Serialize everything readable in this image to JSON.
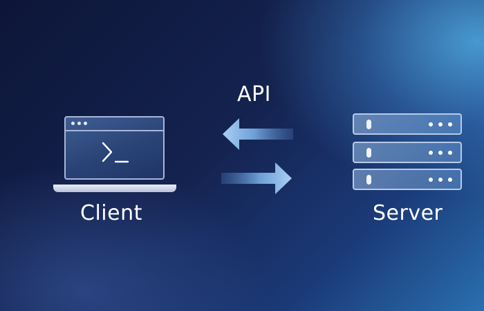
{
  "diagram": {
    "api_label": "API",
    "client_label": "Client",
    "server_label": "Server",
    "client_icon": "laptop-terminal-icon",
    "server_icon": "server-rack-icon",
    "arrows": [
      "arrow-left-icon",
      "arrow-right-icon"
    ],
    "colors": {
      "background": "#14224f",
      "accent": "#7fb3e8",
      "text": "#ffffff"
    }
  }
}
